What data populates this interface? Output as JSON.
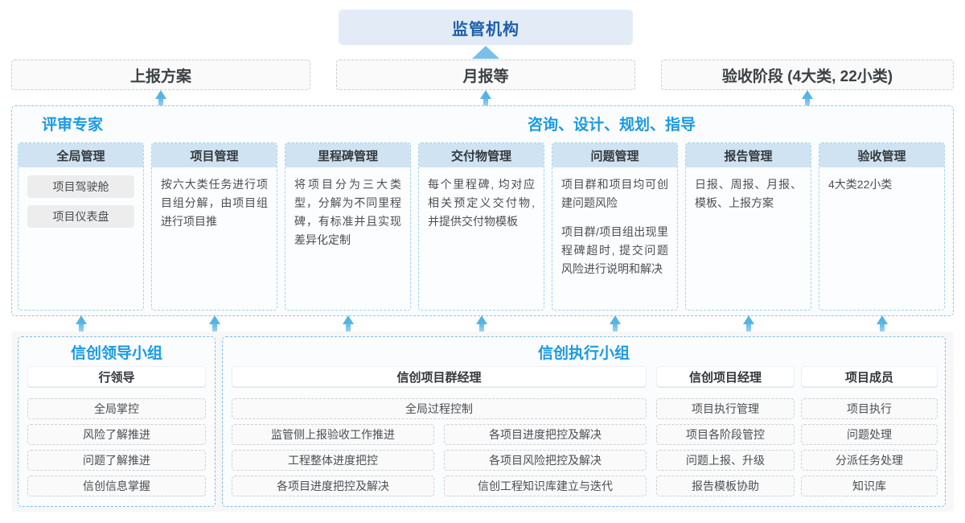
{
  "top": {
    "regulator": "监管机构"
  },
  "reports": [
    {
      "label": "上报方案"
    },
    {
      "label": "月报等"
    },
    {
      "label": "验收阶段 (4大类, 22小类)"
    }
  ],
  "panel": {
    "title_left": "评审专家",
    "title_right": "咨询、设计、规划、指导",
    "columns": [
      {
        "head": "全局管理",
        "pills": [
          "项目驾驶舱",
          "项目仪表盘"
        ],
        "paragraphs": []
      },
      {
        "head": "项目管理",
        "pills": [],
        "paragraphs": [
          "按六大类任务进行项目组分解，由项目组进行项目推"
        ]
      },
      {
        "head": "里程碑管理",
        "pills": [],
        "paragraphs": [
          "将项目分为三大类型，分解为不同里程碑，有标准并且实现差异化定制"
        ]
      },
      {
        "head": "交付物管理",
        "pills": [],
        "paragraphs": [
          "每个里程碑, 均对应相关预定义交付物, 并提供交付物模板"
        ]
      },
      {
        "head": "问题管理",
        "pills": [],
        "paragraphs": [
          "项目群和项目均可创建问题风险",
          "项目群/项目组出现里程碑超时, 提交问题风险进行说明和解决"
        ]
      },
      {
        "head": "报告管理",
        "pills": [],
        "paragraphs": [
          "日报、周报、月报、模板、上报方案"
        ]
      },
      {
        "head": "验收管理",
        "pills": [],
        "paragraphs": [
          "4大类22小类"
        ]
      }
    ]
  },
  "bottom": {
    "leader_group": {
      "title": "信创领导小组",
      "role": "行领导",
      "tasks": [
        "全局掌控",
        "风险了解推进",
        "问题了解推进",
        "信创信息掌握"
      ]
    },
    "exec_group": {
      "title": "信创执行小组",
      "roles": [
        {
          "name": "信创项目群经理",
          "full_width_task": "全局过程控制",
          "tasks_left": [
            "监管侧上报验收工作推进",
            "工程整体进度把控",
            "各项目进度把控及解决"
          ],
          "tasks_right": [
            "各项目进度把控及解决",
            "各项目风险把控及解决",
            "信创工程知识库建立与迭代"
          ]
        },
        {
          "name": "信创项目经理",
          "tasks": [
            "项目执行管理",
            "项目各阶段管控",
            "问题上报、升级",
            "报告模板协助"
          ]
        },
        {
          "name": "项目成员",
          "tasks": [
            "项目执行",
            "问题处理",
            "分派任务处理",
            "知识库"
          ]
        }
      ]
    }
  },
  "colors": {
    "brand_blue": "#1a9ae2",
    "deep_blue": "#1f5fa9",
    "header_fill": "#cfe3f2",
    "arrow": "#55b3e4"
  }
}
